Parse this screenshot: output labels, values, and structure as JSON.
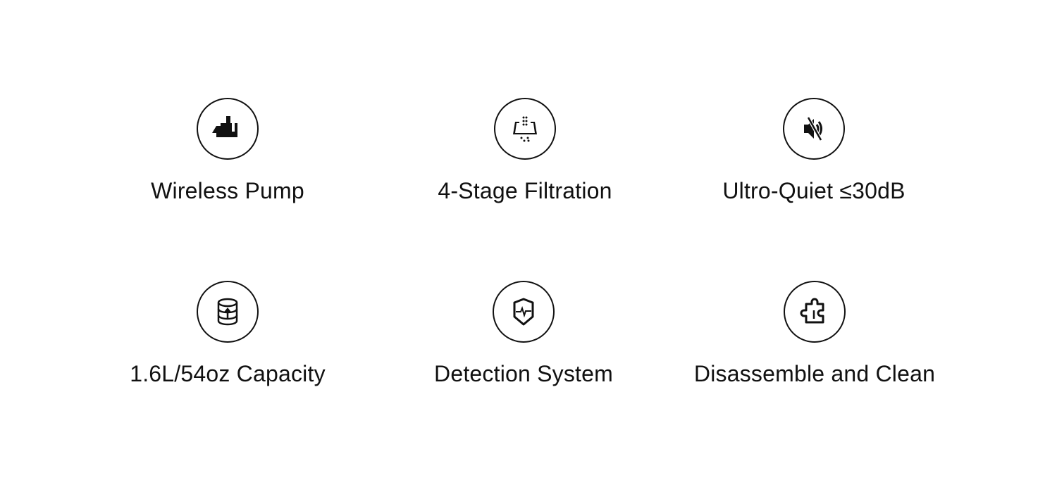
{
  "features": [
    {
      "label": "Wireless Pump",
      "icon": "pump-icon"
    },
    {
      "label": "4-Stage Filtration",
      "icon": "filter-icon"
    },
    {
      "label": "Ultro-Quiet ≤30dB",
      "icon": "mute-icon"
    },
    {
      "label": "1.6L/54oz Capacity",
      "icon": "capacity-icon"
    },
    {
      "label": "Detection System",
      "icon": "shield-pulse-icon"
    },
    {
      "label": "Disassemble and Clean",
      "icon": "puzzle-icon"
    }
  ]
}
